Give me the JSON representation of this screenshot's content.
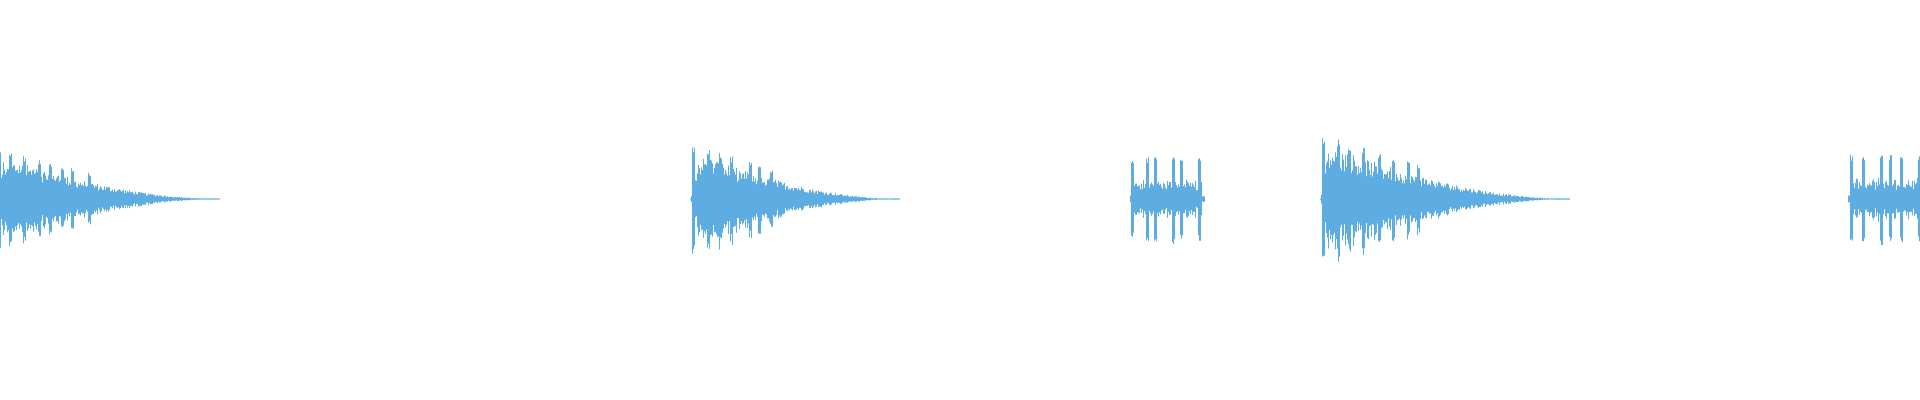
{
  "waveform": {
    "color": "#5dade2",
    "background": "#ffffff",
    "bursts": [
      {
        "type": "impact",
        "spikes": 8
      },
      {
        "type": "impact",
        "spikes": 7
      },
      {
        "type": "rattle",
        "spikes": 6
      },
      {
        "type": "impact",
        "spikes": 8
      },
      {
        "type": "rattle",
        "spikes": 6
      }
    ]
  }
}
